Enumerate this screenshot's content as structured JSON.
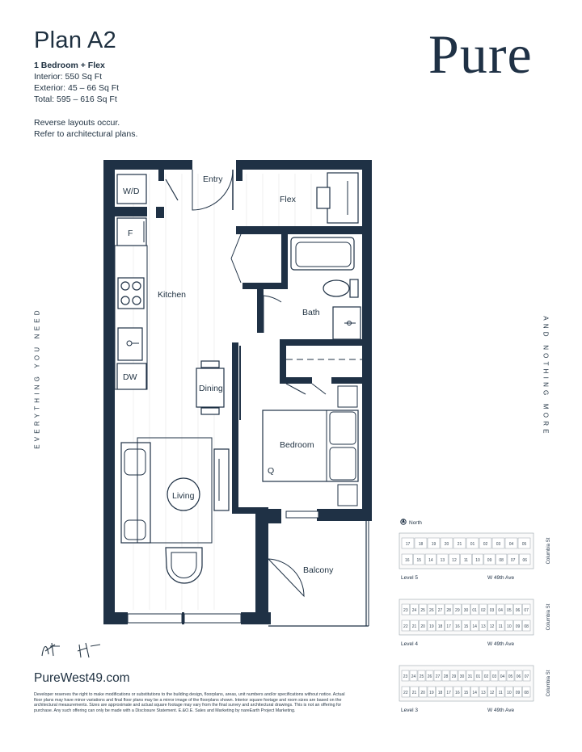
{
  "header": {
    "title": "Plan A2",
    "unit_type": "1 Bedroom + Flex",
    "interior": "Interior: 550 Sq Ft",
    "exterior": "Exterior: 45 – 66 Sq Ft",
    "total": "Total: 595 – 616 Sq Ft",
    "note_1": "Reverse layouts occur.",
    "note_2": "Refer to architectural plans."
  },
  "brand": {
    "logo": "Pure",
    "tagline_left": "EVERYTHING YOU NEED",
    "tagline_right": "AND NOTHING MORE",
    "website": "PureWest49.com",
    "color": "#1f3145"
  },
  "floorplan": {
    "rooms": {
      "entry": "Entry",
      "flex": "Flex",
      "wd": "W/D",
      "fridge": "F",
      "kitchen": "Kitchen",
      "bath": "Bath",
      "dw": "DW",
      "dining": "Dining",
      "bedroom": "Bedroom",
      "bed_size": "Q",
      "living": "Living",
      "balcony": "Balcony"
    }
  },
  "keyplans": {
    "north": "North",
    "street_east": "Columbia St",
    "levels": [
      {
        "name": "Level 5",
        "street": "W 49th Ave",
        "top_units": [
          "17",
          "18",
          "19",
          "20",
          "21",
          "01",
          "02",
          "03",
          "04",
          "05"
        ],
        "bottom_units": [
          "16",
          "15",
          "14",
          "13",
          "12",
          "11",
          "10",
          "09",
          "08",
          "07",
          "06"
        ]
      },
      {
        "name": "Level 4",
        "street": "W 49th Ave",
        "top_units": [
          "23",
          "24",
          "25",
          "26",
          "27",
          "28",
          "29",
          "30",
          "01",
          "02",
          "03",
          "04",
          "05",
          "06",
          "07"
        ],
        "bottom_units": [
          "22",
          "21",
          "20",
          "19",
          "18",
          "17",
          "16",
          "15",
          "14",
          "13",
          "12",
          "11",
          "10",
          "09",
          "08"
        ]
      },
      {
        "name": "Level 3",
        "street": "W 49th Ave",
        "top_units": [
          "23",
          "24",
          "25",
          "26",
          "27",
          "28",
          "29",
          "30",
          "31",
          "01",
          "02",
          "03",
          "04",
          "05",
          "06",
          "07"
        ],
        "bottom_units": [
          "22",
          "21",
          "20",
          "19",
          "18",
          "17",
          "16",
          "15",
          "14",
          "13",
          "12",
          "11",
          "10",
          "09",
          "08"
        ]
      }
    ]
  },
  "disclaimer": "Developer reserves the right to make modifications or substitutions to the building design, floorplans, areas, unit numbers and/or specifications without notice. Actual floor plans may have minor variations and final floor plans may be a mirror image of the floorplans shown. Interior square footage and room sizes are based on the architectural measurements. Sizes are approximate and actual square footage may vary from the final survey and architectural drawings. This is not an offering for purchase. Any such offering can only be made with a Disclosure Statement. E.&O.E. Sales and Marketing by nareEarth Project Marketing."
}
